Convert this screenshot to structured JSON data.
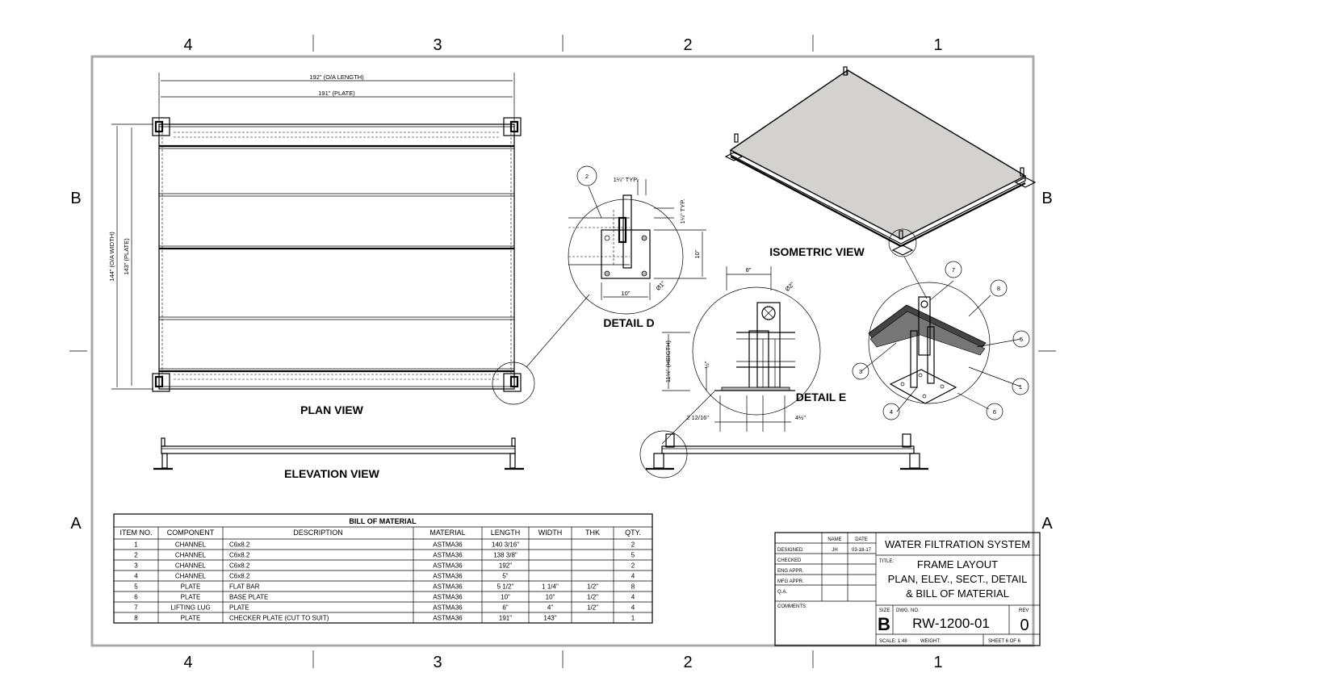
{
  "zones": {
    "top": [
      "4",
      "3",
      "2",
      "1"
    ],
    "bottom": [
      "4",
      "3",
      "2",
      "1"
    ],
    "left": [
      "B",
      "A"
    ],
    "right": [
      "B",
      "A"
    ]
  },
  "views": {
    "plan": "PLAN VIEW",
    "elevation": "ELEVATION VIEW",
    "isometric": "ISOMETRIC VIEW",
    "detail_d": "DETAIL D",
    "detail_e": "DETAIL E"
  },
  "dims": {
    "oa_length": "192\" (O/A LENGTH)",
    "plate_length": "191\" (PLATE)",
    "oa_width": "144\" (O/A WIDTH)",
    "plate_width": "143\" (PLATE)",
    "d_typ": "1¼\" TYP.",
    "d_typ2": "1¼\" TYP.",
    "d_10v": "10\"",
    "d_10h": "10\"",
    "d_dia": "Ø1\"",
    "e_8": "8\"",
    "e_dia": "Ø2\"",
    "e_height": "11½\" (HEIGTH)",
    "e_half": "½\"",
    "e_2": "2 12/16\"",
    "e_4": "4½\""
  },
  "balloons": [
    "2",
    "7",
    "8",
    "5",
    "3",
    "1",
    "4",
    "6"
  ],
  "bom": {
    "title": "BILL OF MATERIAL",
    "headers": [
      "ITEM NO.",
      "COMPONENT",
      "DESCRIPTION",
      "MATERIAL",
      "LENGTH",
      "WIDTH",
      "THK",
      "QTY."
    ],
    "rows": [
      [
        "1",
        "CHANNEL",
        "C6x8.2",
        "ASTMA36",
        "140 3/16\"",
        "",
        "",
        "2"
      ],
      [
        "2",
        "CHANNEL",
        "C6x8.2",
        "ASTMA36",
        "138 3/8\"",
        "",
        "",
        "5"
      ],
      [
        "3",
        "CHANNEL",
        "C6x8.2",
        "ASTMA36",
        "192\"",
        "",
        "",
        "2"
      ],
      [
        "4",
        "CHANNEL",
        "C6x8.2",
        "ASTMA36",
        "5\"",
        "",
        "",
        "4"
      ],
      [
        "5",
        "PLATE",
        "FLAT BAR",
        "ASTMA36",
        "5 1/2\"",
        "1 1/4\"",
        "1/2\"",
        "8"
      ],
      [
        "6",
        "PLATE",
        "BASE PLATE",
        "ASTMA36",
        "10\"",
        "10\"",
        "1/2\"",
        "4"
      ],
      [
        "7",
        "LIFTING LUG",
        "PLATE",
        "ASTMA36",
        "6\"",
        "4\"",
        "1/2\"",
        "4"
      ],
      [
        "8",
        "PLATE",
        "CHECKER PLATE (CUT TO SUIT)",
        "ASTMA36",
        "191\"",
        "143\"",
        "",
        "1"
      ]
    ]
  },
  "titleblock": {
    "name_hdr": "NAME",
    "date_hdr": "DATE",
    "rows": [
      "DESIGNED",
      "CHECKED",
      "ENG APPR.",
      "MFG APPR.",
      "Q.A.",
      "COMMENTS:"
    ],
    "designer": "JH",
    "design_date": "03-18-17",
    "company": "WATER FILTRATION SYSTEM",
    "title_label": "TITLE:",
    "title_lines": [
      "FRAME LAYOUT",
      "PLAN, ELEV., SECT., DETAIL",
      "& BILL OF MATERIAL"
    ],
    "size_label": "SIZE",
    "size": "B",
    "dwg_label": "DWG. NO.",
    "dwg_no": "RW-1200-01",
    "rev_label": "REV",
    "rev": "0",
    "scale": "SCALE: 1:48",
    "weight": "WEIGHT:",
    "sheet": "SHEET 6 OF 6"
  }
}
